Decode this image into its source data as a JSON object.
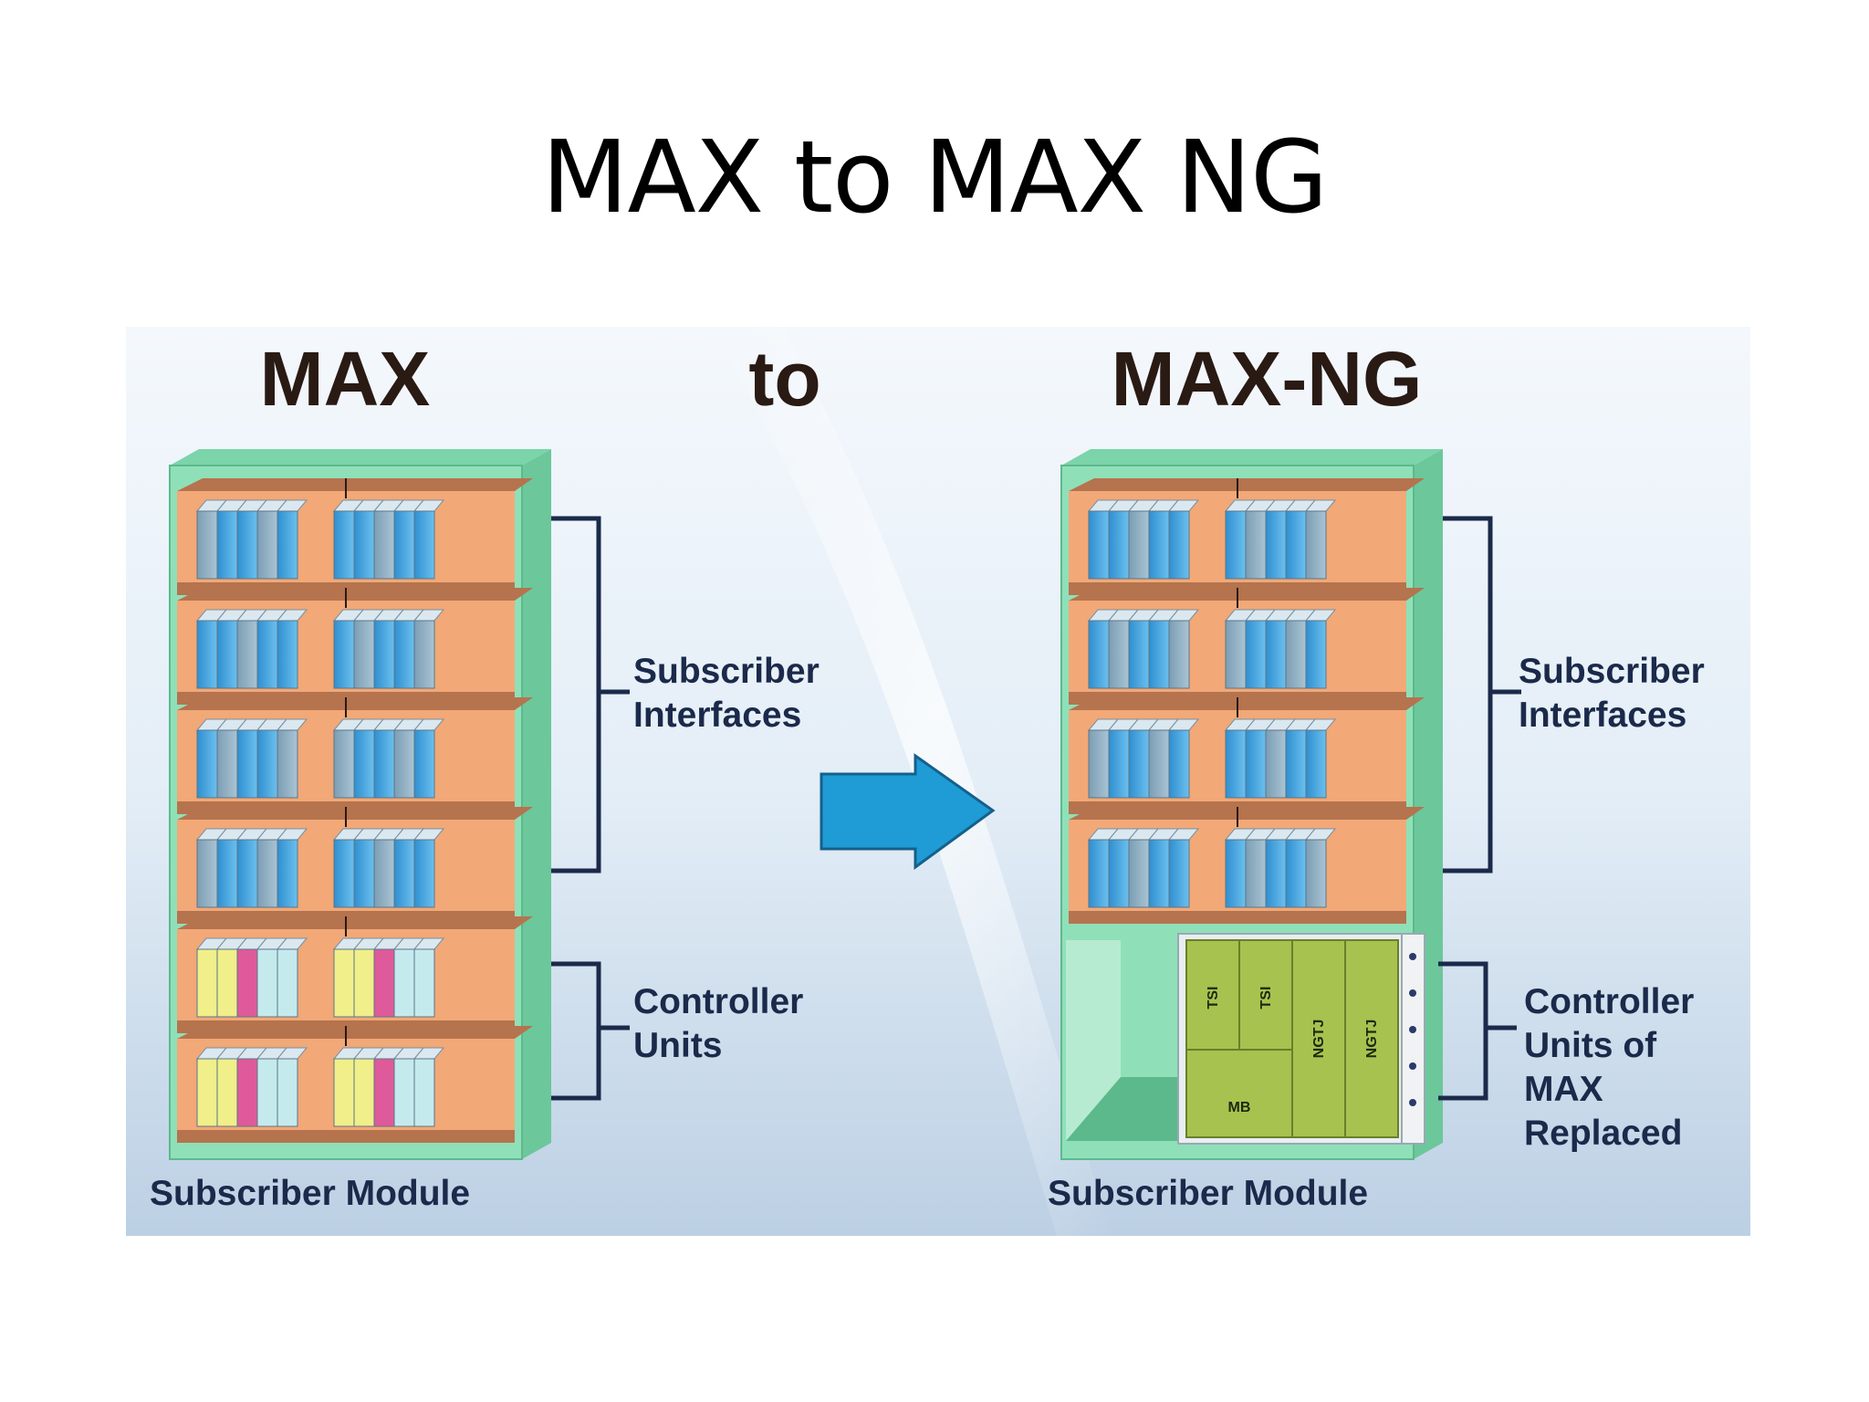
{
  "slide": {
    "title": "MAX to MAX NG"
  },
  "diagram": {
    "left": {
      "heading": "MAX",
      "caption": "Subscriber Module",
      "label_subscriber": [
        "Subscriber",
        "Interfaces"
      ],
      "label_controller": [
        "Controller",
        "Units"
      ]
    },
    "connector": "to",
    "right": {
      "heading": "MAX-NG",
      "caption": "Subscriber Module",
      "label_subscriber": [
        "Subscriber",
        "Interfaces"
      ],
      "label_controller": [
        "Controller",
        "Units of",
        "MAX",
        "Replaced"
      ],
      "cards": {
        "tsi1": "TSI",
        "tsi2": "TSI",
        "ngtj1": "NGTJ",
        "ngtj2": "NGTJ",
        "mb": "MB"
      }
    },
    "colors": {
      "frame": "#8fe0b8",
      "shelf_back": "#f2a877",
      "shelf_board": "#b5734e",
      "card_blue": "#4aa6dc",
      "card_gray": "#8fb0c4",
      "card_yellow": "#f0ef8a",
      "card_pink": "#df5a9a",
      "card_cyan": "#c5eaee",
      "green_card": "#a8c24f",
      "arrow": "#1f9bd6",
      "label": "#1b2a4a"
    }
  }
}
